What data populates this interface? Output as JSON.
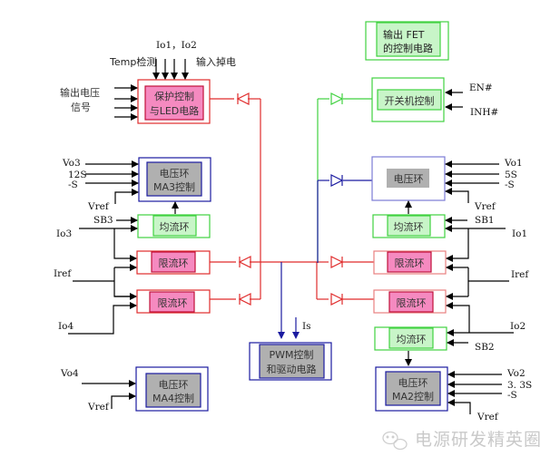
{
  "colors": {
    "red": "#e02b2b",
    "green": "#3fd13f",
    "blue": "#1a1a9a",
    "lavender": "#7b7bd6",
    "pink_fill": "#f58ac0",
    "green_fill": "#c8f5c8",
    "gray_fill": "#b0b0b0",
    "black": "#000000"
  },
  "blocks": {
    "protection": {
      "line1": "保护控制",
      "line2": "与LED电路"
    },
    "fet": {
      "line1": "输出 FET",
      "line2": "的控制电路"
    },
    "onoff": {
      "label": "开关机控制"
    },
    "ma3": {
      "line1": "电压环",
      "line2": "MA3控制"
    },
    "ma1": {
      "label": "电压环"
    },
    "share_left": {
      "label": "均流环"
    },
    "share_right_top": {
      "label": "均流环"
    },
    "share_right_bottom": {
      "label": "均流环"
    },
    "limit_left_1": {
      "label": "限流环"
    },
    "limit_left_2": {
      "label": "限流环"
    },
    "limit_right_1": {
      "label": "限流环"
    },
    "limit_right_2": {
      "label": "限流环"
    },
    "pwm": {
      "line1": "PWM控制",
      "line2": "和驱动电路"
    },
    "ma4": {
      "line1": "电压环",
      "line2": "MA4控制"
    },
    "ma2": {
      "line1": "电压环",
      "line2": "MA2控制"
    }
  },
  "signals": {
    "io12": "Io1，Io2",
    "temp": "Temp检测",
    "input_loss": "输入掉电",
    "out_v_line1": "输出电压",
    "out_v_line2": "信号",
    "en": "EN#",
    "inh": "INH#",
    "vo3": "Vo3",
    "s12": "12S",
    "neg_s_left": "-S",
    "vref_left_top": "Vref",
    "sb3": "SB3",
    "io3": "Io3",
    "iref_left": "Iref",
    "io4": "Io4",
    "vo4": "Vo4",
    "vref_left_bottom": "Vref",
    "vo1": "Vo1",
    "s5": "5S",
    "neg_s_right_top": "-S",
    "vref_right_top": "Vref",
    "sb1": "SB1",
    "io1": "Io1",
    "iref_right": "Iref",
    "io2": "Io2",
    "sb2": "SB2",
    "vo2": "Vo2",
    "s33": "3. 3S",
    "neg_s_right_bottom": "-S",
    "vref_right_bottom": "Vref",
    "is": "Is"
  },
  "watermark": {
    "text": "电源研发精英圈",
    "icon": "wechat-icon"
  }
}
